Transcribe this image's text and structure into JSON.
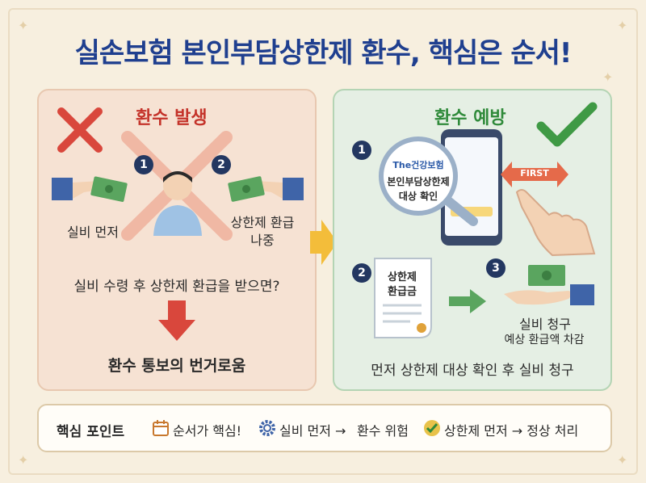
{
  "title": "실손보험 본인부담상한제 환수, 핵심은 순서!",
  "left_panel": {
    "heading": "환수 발생",
    "step1": "1",
    "step2": "2",
    "label_1": "실비 먼저",
    "label_2a": "상한제 환급",
    "label_2b": "나중",
    "question": "실비 수령 후 상한제 환급을 받으면?",
    "result": "환수 통보의 번거로움"
  },
  "right_panel": {
    "heading": "환수 예방",
    "step1": "1",
    "step2": "2",
    "step3": "3",
    "magnifier_brand": "The건강보험",
    "magnifier_line1": "본인부담상한제",
    "magnifier_line2": "대상 확인",
    "first_label": "FIRST",
    "doc_line1": "상한제",
    "doc_line2": "환급금",
    "claim_line1": "실비 청구",
    "claim_line2": "예상 환급액 차감",
    "summary": "먼저 상한제 대상 확인 후 실비 청구"
  },
  "bottom": {
    "label": "핵심 포인트",
    "item1": "순서가 핵심!",
    "item2_a": "실비 먼저 →",
    "item2_b": "환수 위험",
    "item3": "상한제 먼저 → 정상 처리"
  },
  "colors": {
    "title": "#1f3f8f",
    "red": "#c4332a",
    "green": "#2f8a3a",
    "navy": "#233761"
  }
}
